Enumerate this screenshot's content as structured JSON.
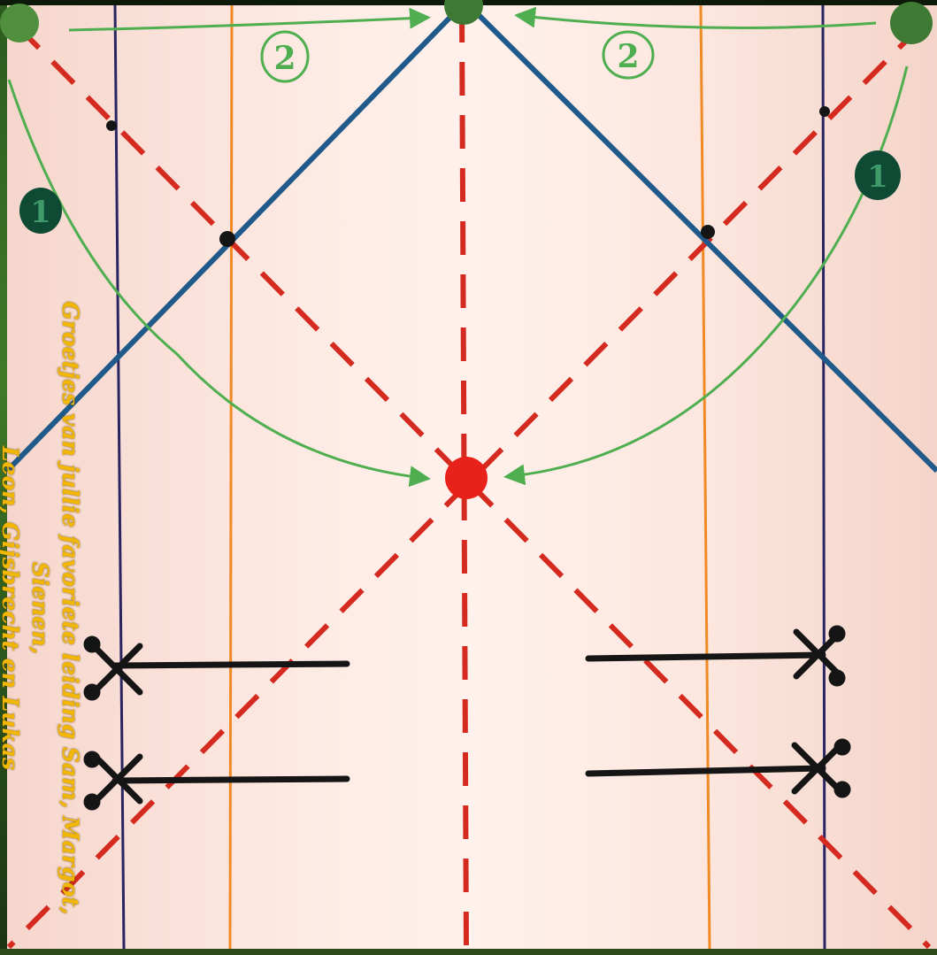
{
  "caption": {
    "line1": "Groetjes van jullie favoriete leiding Sam, Margot, Sienen,",
    "line2": "Leon, Gijsbrecht en Lukas"
  },
  "markers": {
    "left_step_2": "2",
    "right_step_2": "2",
    "left_step_1": "1",
    "right_step_1": "1"
  },
  "colors": {
    "paper": "#fde9e2",
    "red_dashed": "#d42a1f",
    "center_dot": "#e8221a",
    "blue_fold": "#1f5a8a",
    "navy_line": "#2a2560",
    "orange_line": "#f08a24",
    "green_arrow": "#4fae4f",
    "dark_green_badge": "#0f4a35",
    "black_marks": "#151515",
    "caption_text": "#f2b705"
  }
}
